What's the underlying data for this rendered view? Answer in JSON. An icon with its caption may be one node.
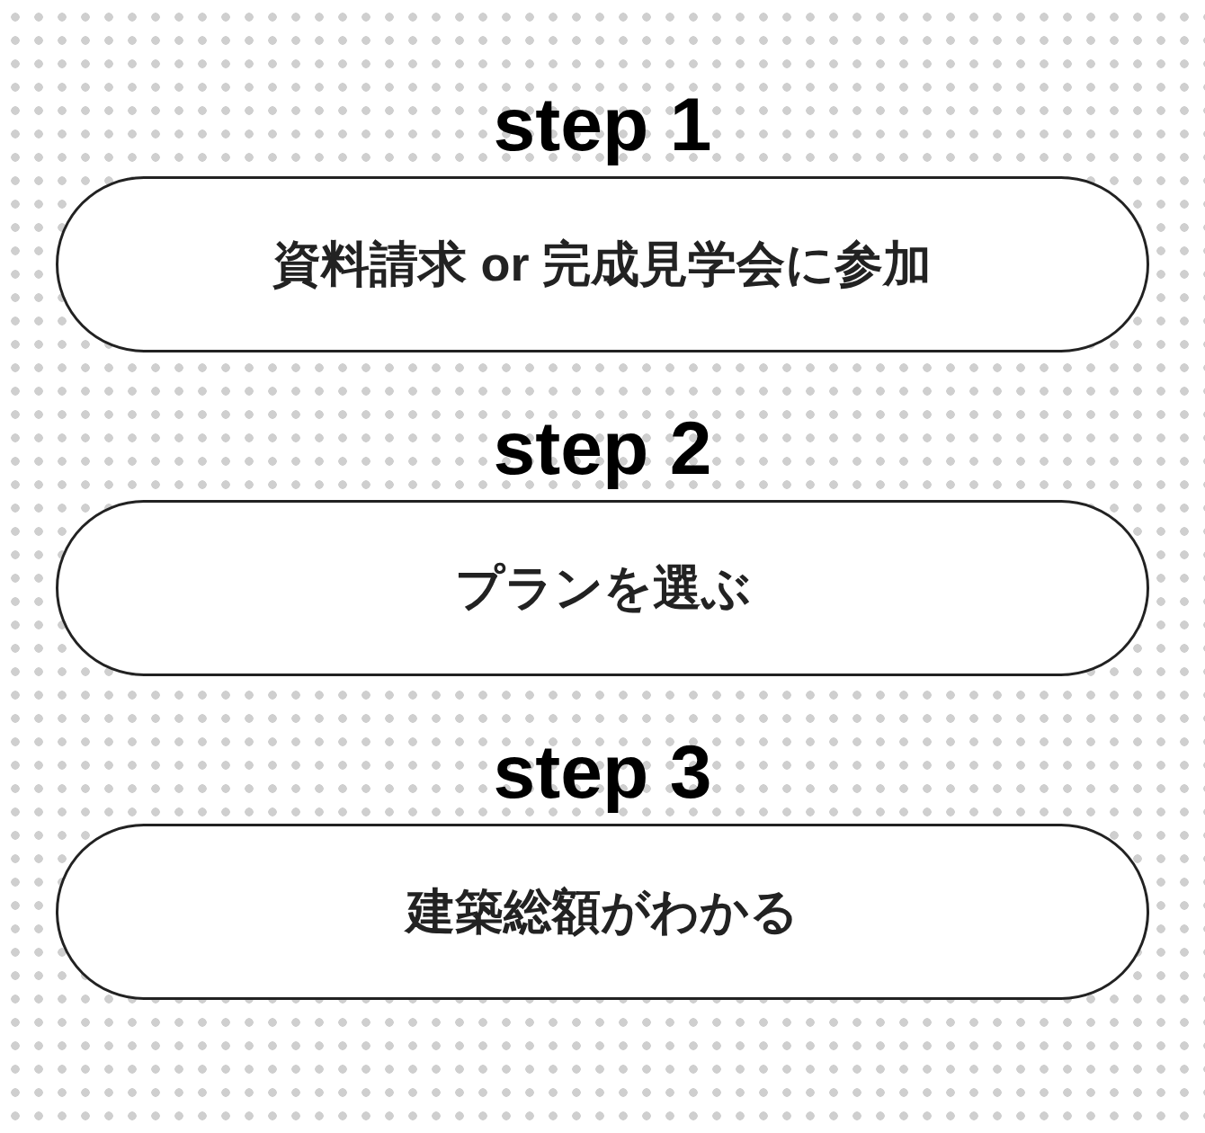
{
  "diagram": {
    "nodes": [
      {
        "text": [
          "step 1",
          "資料請求 or 完成見学会に参加"
        ]
      },
      {
        "text": [
          "step 2",
          "プランを選ぶ"
        ]
      },
      {
        "text": [
          "step 3",
          "建築総額がわかる"
        ]
      }
    ]
  }
}
